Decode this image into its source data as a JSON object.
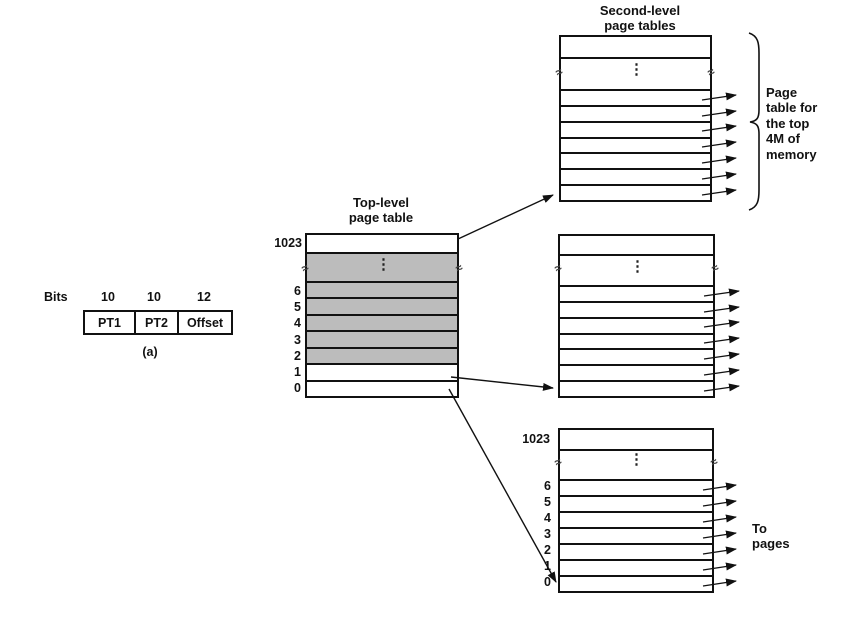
{
  "bits_diagram": {
    "bits_label": "Bits",
    "field_widths": [
      "10",
      "10",
      "12"
    ],
    "field_names": [
      "PT1",
      "PT2",
      "Offset"
    ],
    "caption": "(a)"
  },
  "top_level_table": {
    "title_lines": [
      "Top-level",
      "page table"
    ],
    "top_row_label": "1023",
    "row_labels": [
      "6",
      "5",
      "4",
      "3",
      "2",
      "1",
      "0"
    ]
  },
  "second_level": {
    "title_lines": [
      "Second-level",
      "page tables"
    ],
    "brace_label_lines": [
      "Page",
      "table for",
      "the top",
      "4M of",
      "memory"
    ],
    "to_pages_lines": [
      "To",
      "pages"
    ],
    "bottom_table": {
      "top_row_label": "1023",
      "row_labels": [
        "6",
        "5",
        "4",
        "3",
        "2",
        "1",
        "0"
      ]
    }
  },
  "glyphs": {
    "ellipsis": "⋮",
    "break_mark": "≈"
  },
  "colors": {
    "shaded_row": "#bcbcbc",
    "line": "#111111",
    "background": "#ffffff"
  }
}
